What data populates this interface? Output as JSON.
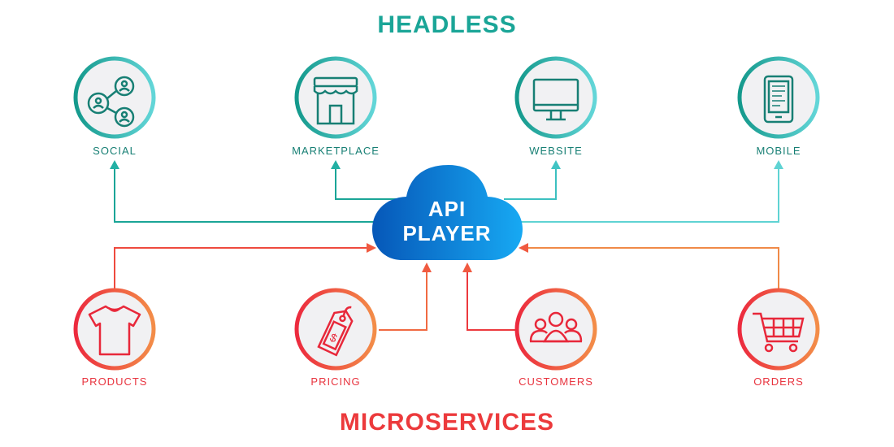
{
  "headless_title": "HEADLESS",
  "microservices_title": "MICROSERVICES",
  "center": {
    "line1": "API",
    "line2": "PLAYER"
  },
  "channels": [
    {
      "label": "SOCIAL",
      "icon": "social-network-icon"
    },
    {
      "label": "MARKETPLACE",
      "icon": "storefront-icon"
    },
    {
      "label": "WEBSITE",
      "icon": "desktop-monitor-icon"
    },
    {
      "label": "MOBILE",
      "icon": "mobile-phone-icon"
    }
  ],
  "services": [
    {
      "label": "PRODUCTS",
      "icon": "tshirt-icon"
    },
    {
      "label": "PRICING",
      "icon": "price-tag-icon"
    },
    {
      "label": "CUSTOMERS",
      "icon": "customers-group-icon"
    },
    {
      "label": "ORDERS",
      "icon": "shopping-cart-icon"
    }
  ],
  "colors": {
    "teal": "#1aa597",
    "teal_light": "#5fd3d3",
    "red": "#ec2f3e",
    "orange": "#f28a48",
    "blue_dark": "#0657b8",
    "blue_light": "#17a7f2",
    "circle_fill": "#f1f1f3"
  }
}
